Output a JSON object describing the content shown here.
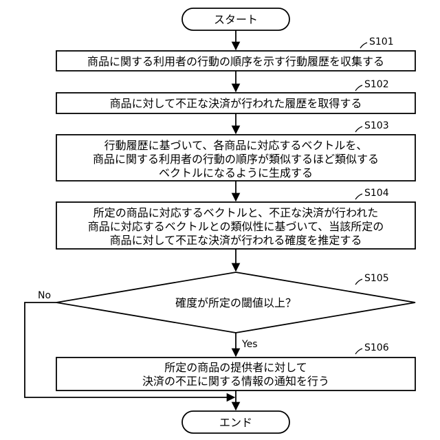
{
  "start": {
    "label": "スタート"
  },
  "end": {
    "label": "エンド"
  },
  "steps": [
    {
      "id": "S101",
      "lines": [
        "商品に関する利用者の行動の順序を示す行動履歴を収集する"
      ]
    },
    {
      "id": "S102",
      "lines": [
        "商品に対して不正な決済が行われた履歴を取得する"
      ]
    },
    {
      "id": "S103",
      "lines": [
        "行動履歴に基づいて、各商品に対応するベクトルを、",
        "商品に関する利用者の行動の順序が類似するほど類似する",
        "ベクトルになるように生成する"
      ]
    },
    {
      "id": "S104",
      "lines": [
        "所定の商品に対応するベクトルと、不正な決済が行われた",
        "商品に対応するベクトルとの類似性に基づいて、当該所定の",
        "商品に対して不正な決済が行われる確度を推定する"
      ]
    },
    {
      "id": "S106",
      "lines": [
        "所定の商品の提供者に対して",
        "決済の不正に関する情報の通知を行う"
      ]
    }
  ],
  "decision": {
    "id": "S105",
    "label": "確度が所定の閾値以上？",
    "yes": "Yes",
    "no": "No"
  }
}
